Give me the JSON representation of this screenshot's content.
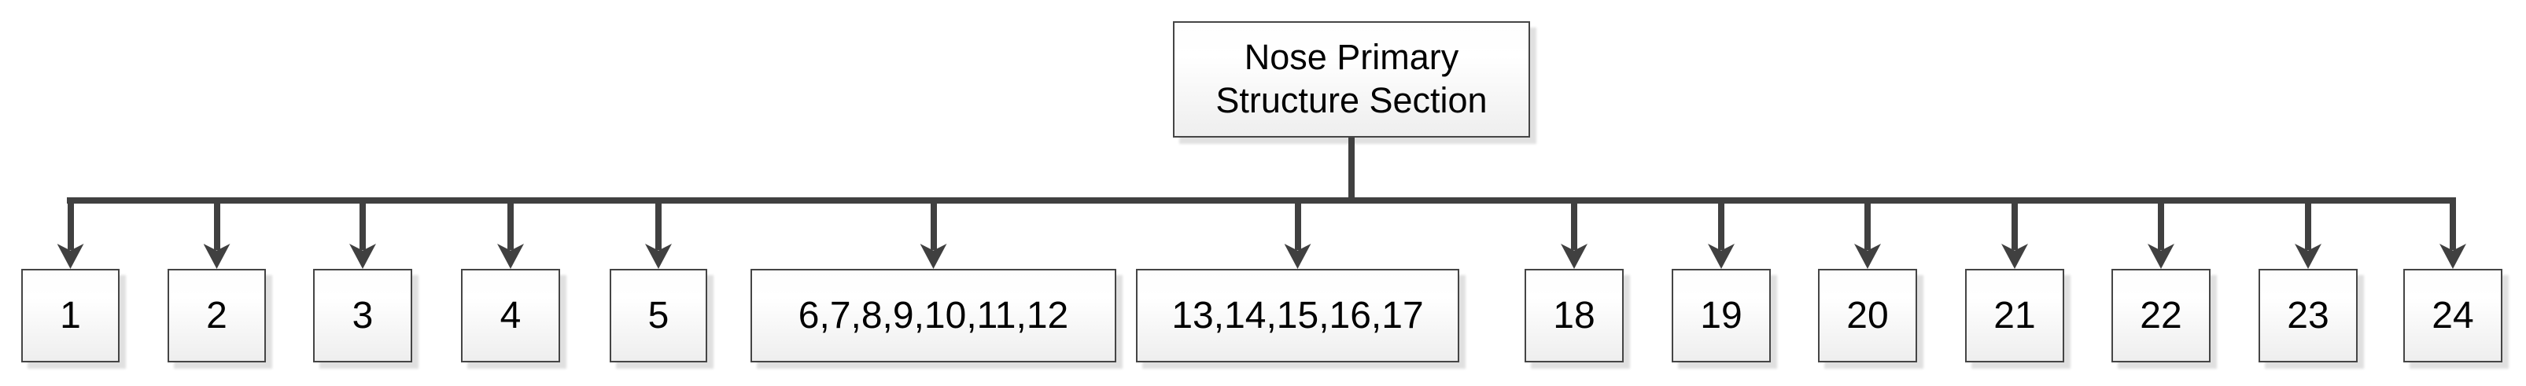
{
  "diagram": {
    "root": {
      "label": "Nose Primary Structure Section"
    },
    "children": [
      {
        "label": "1"
      },
      {
        "label": "2"
      },
      {
        "label": "3"
      },
      {
        "label": "4"
      },
      {
        "label": "5"
      },
      {
        "label": "6,7,8,9,10,11,12"
      },
      {
        "label": "13,14,15,16,17"
      },
      {
        "label": "18"
      },
      {
        "label": "19"
      },
      {
        "label": "20"
      },
      {
        "label": "21"
      },
      {
        "label": "22"
      },
      {
        "label": "23"
      },
      {
        "label": "24"
      }
    ],
    "colors": {
      "background": "#ffffff",
      "connector": "#404040",
      "node_border": "#454545",
      "node_fill_top": "#fdfdfd",
      "node_fill_bottom": "#eeeeee",
      "node_shadow": "#e0e0e0",
      "text": "#000000"
    }
  }
}
